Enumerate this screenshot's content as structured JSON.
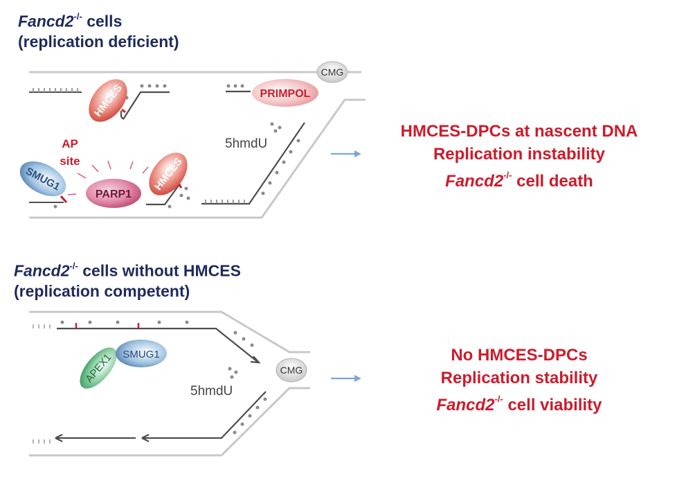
{
  "top": {
    "title_gene": "Fancd2",
    "title_sup": "-/-",
    "title_rest": " cells",
    "subtitle": "(replication deficient)",
    "labels": {
      "cmg": "CMG",
      "primpol": "PRIMPOL",
      "hmces_1": "HMCES",
      "hmces_2": "HMCES",
      "smug1": "SMUG1",
      "parp1": "PARP1",
      "ap": "AP",
      "site": "site",
      "hmdu": "5hmdU"
    },
    "result": {
      "line1": "HMCES-DPCs at nascent DNA",
      "line2": "Replication instability",
      "line3_gene": "Fancd2",
      "line3_sup": "-/-",
      "line3_rest": " cell death"
    }
  },
  "bottom": {
    "title_gene": "Fancd2",
    "title_sup": "-/-",
    "title_rest": " cells without HMCES",
    "subtitle": "(replication competent)",
    "labels": {
      "cmg": "CMG",
      "smug1": "SMUG1",
      "apex1": "APEX1",
      "hmdu": "5hmdU"
    },
    "result": {
      "line1": "No HMCES-DPCs",
      "line2": "Replication stability",
      "line3_gene": "Fancd2",
      "line3_sup": "-/-",
      "line3_rest": " cell viability"
    }
  },
  "colors": {
    "title": "#1f2a5c",
    "result": "#cc1b2b",
    "strand_parent": "#c8c8c8",
    "strand_nascent": "#4d4d4d",
    "arrow": "#7ea6d4",
    "hmces": "#d9493e",
    "primpol": "#e8888c",
    "parp1": "#c84a78",
    "smug1": "#2d5f95",
    "apex1": "#2a9a58",
    "ap_site": "#cc1b2b"
  }
}
